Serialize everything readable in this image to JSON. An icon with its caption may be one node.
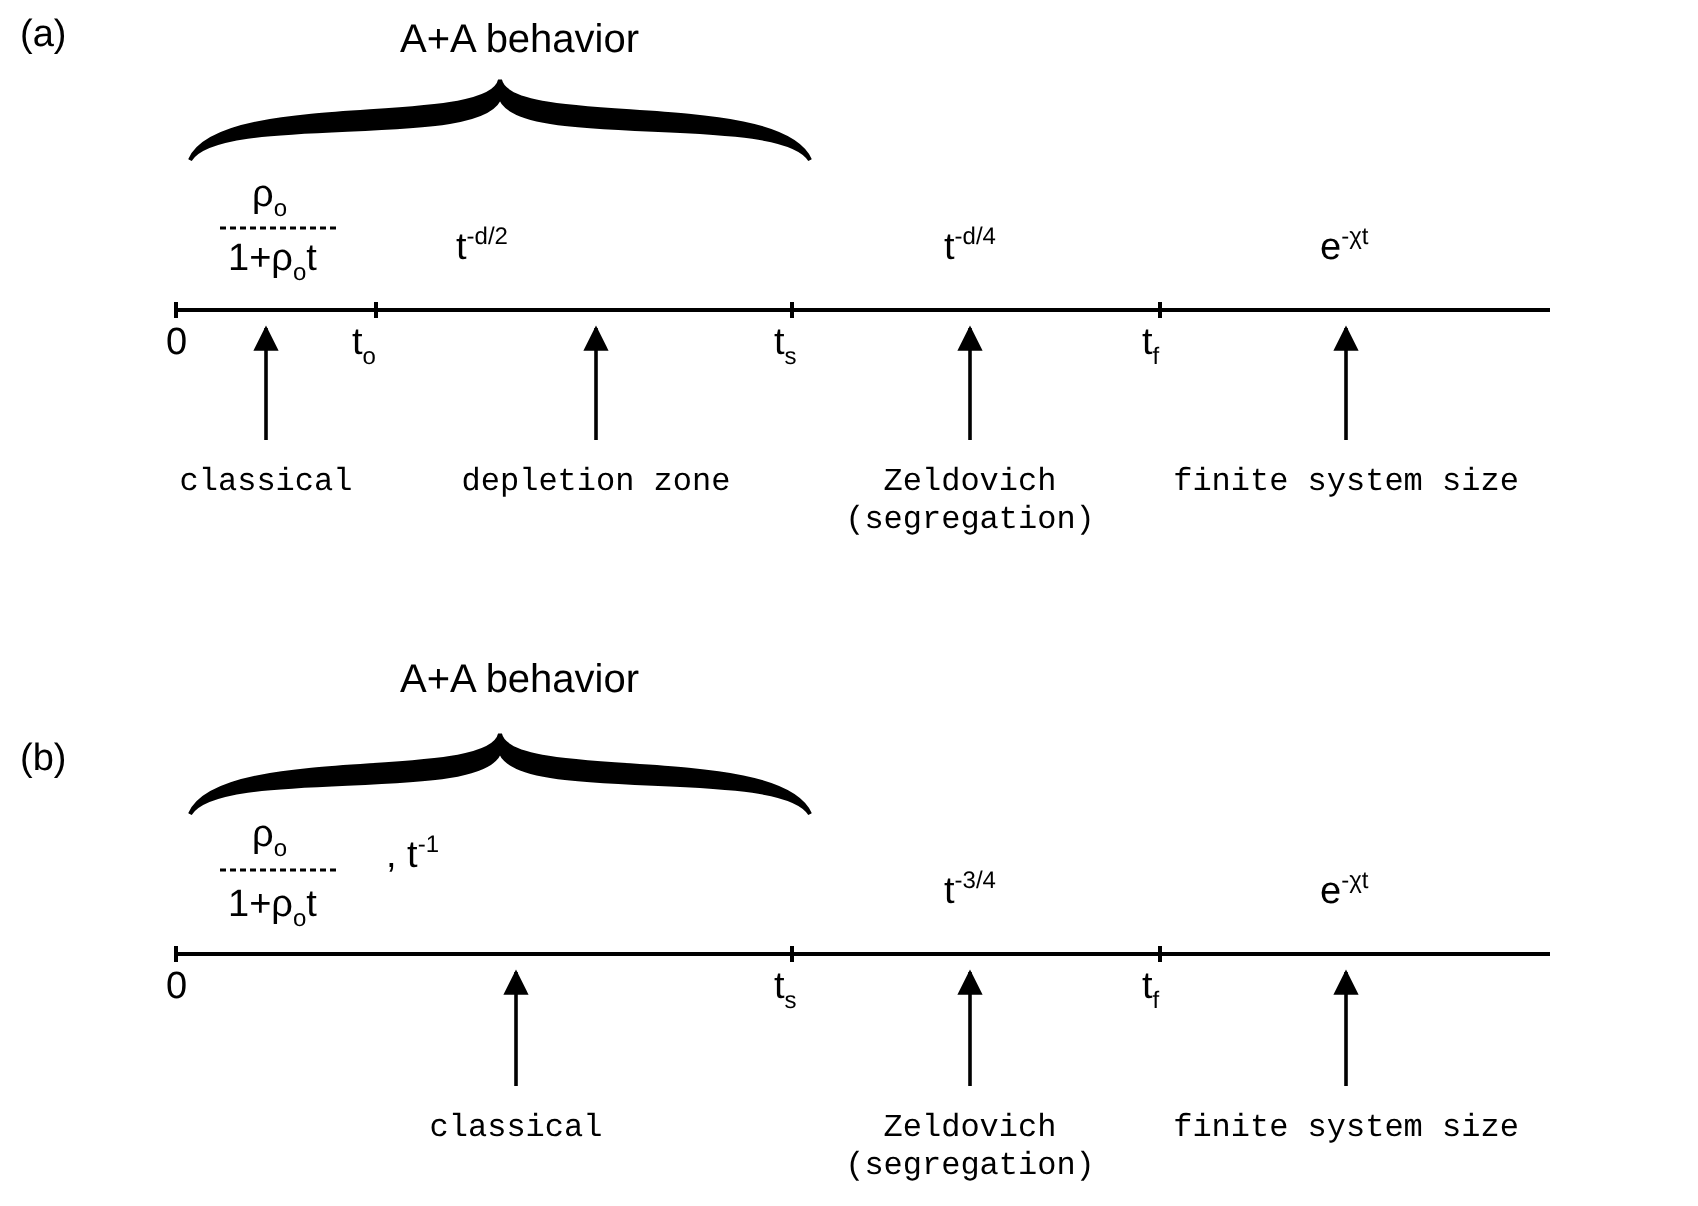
{
  "diagram": {
    "nodes": [
      {
        "text": [
          "classical"
        ]
      },
      {
        "text": [
          "depletion zone"
        ]
      },
      {
        "text": [
          "Zeldovich (segregation)"
        ]
      },
      {
        "text": [
          "finite system size"
        ]
      },
      {
        "text": [
          "classical"
        ]
      },
      {
        "text": [
          "Zeldovich (segregation)"
        ]
      },
      {
        "text": [
          "finite system size"
        ]
      }
    ],
    "edges": [
      {
        "from": 0,
        "to": null,
        "arrow": "to"
      },
      {
        "from": 1,
        "to": null,
        "arrow": "to"
      },
      {
        "from": 2,
        "to": null,
        "arrow": "to"
      },
      {
        "from": 3,
        "to": null,
        "arrow": "to"
      },
      {
        "from": 4,
        "to": null,
        "arrow": "to"
      },
      {
        "from": 5,
        "to": null,
        "arrow": "to"
      },
      {
        "from": 6,
        "to": null,
        "arrow": "to"
      }
    ],
    "labels": [
      "(a)",
      "A+A behavior",
      "ρ$_{o}$",
      "1+ρ$_{o}$t",
      "t$^{-d/2}$",
      "t$^{-d/4}$",
      "e$^{-χt}$",
      "0",
      "t$_{o}$",
      "t$_{s}$",
      "t$_{f}$",
      "A+A behavior",
      "(b)",
      "ρ$_{o}$",
      ", t$^{-1}$",
      "1+ρ$_{o}$t",
      "t$^{-3/4}$",
      "e$^{-χt}$",
      "0",
      "t$_{s}$",
      "t$_{f}$"
    ]
  }
}
